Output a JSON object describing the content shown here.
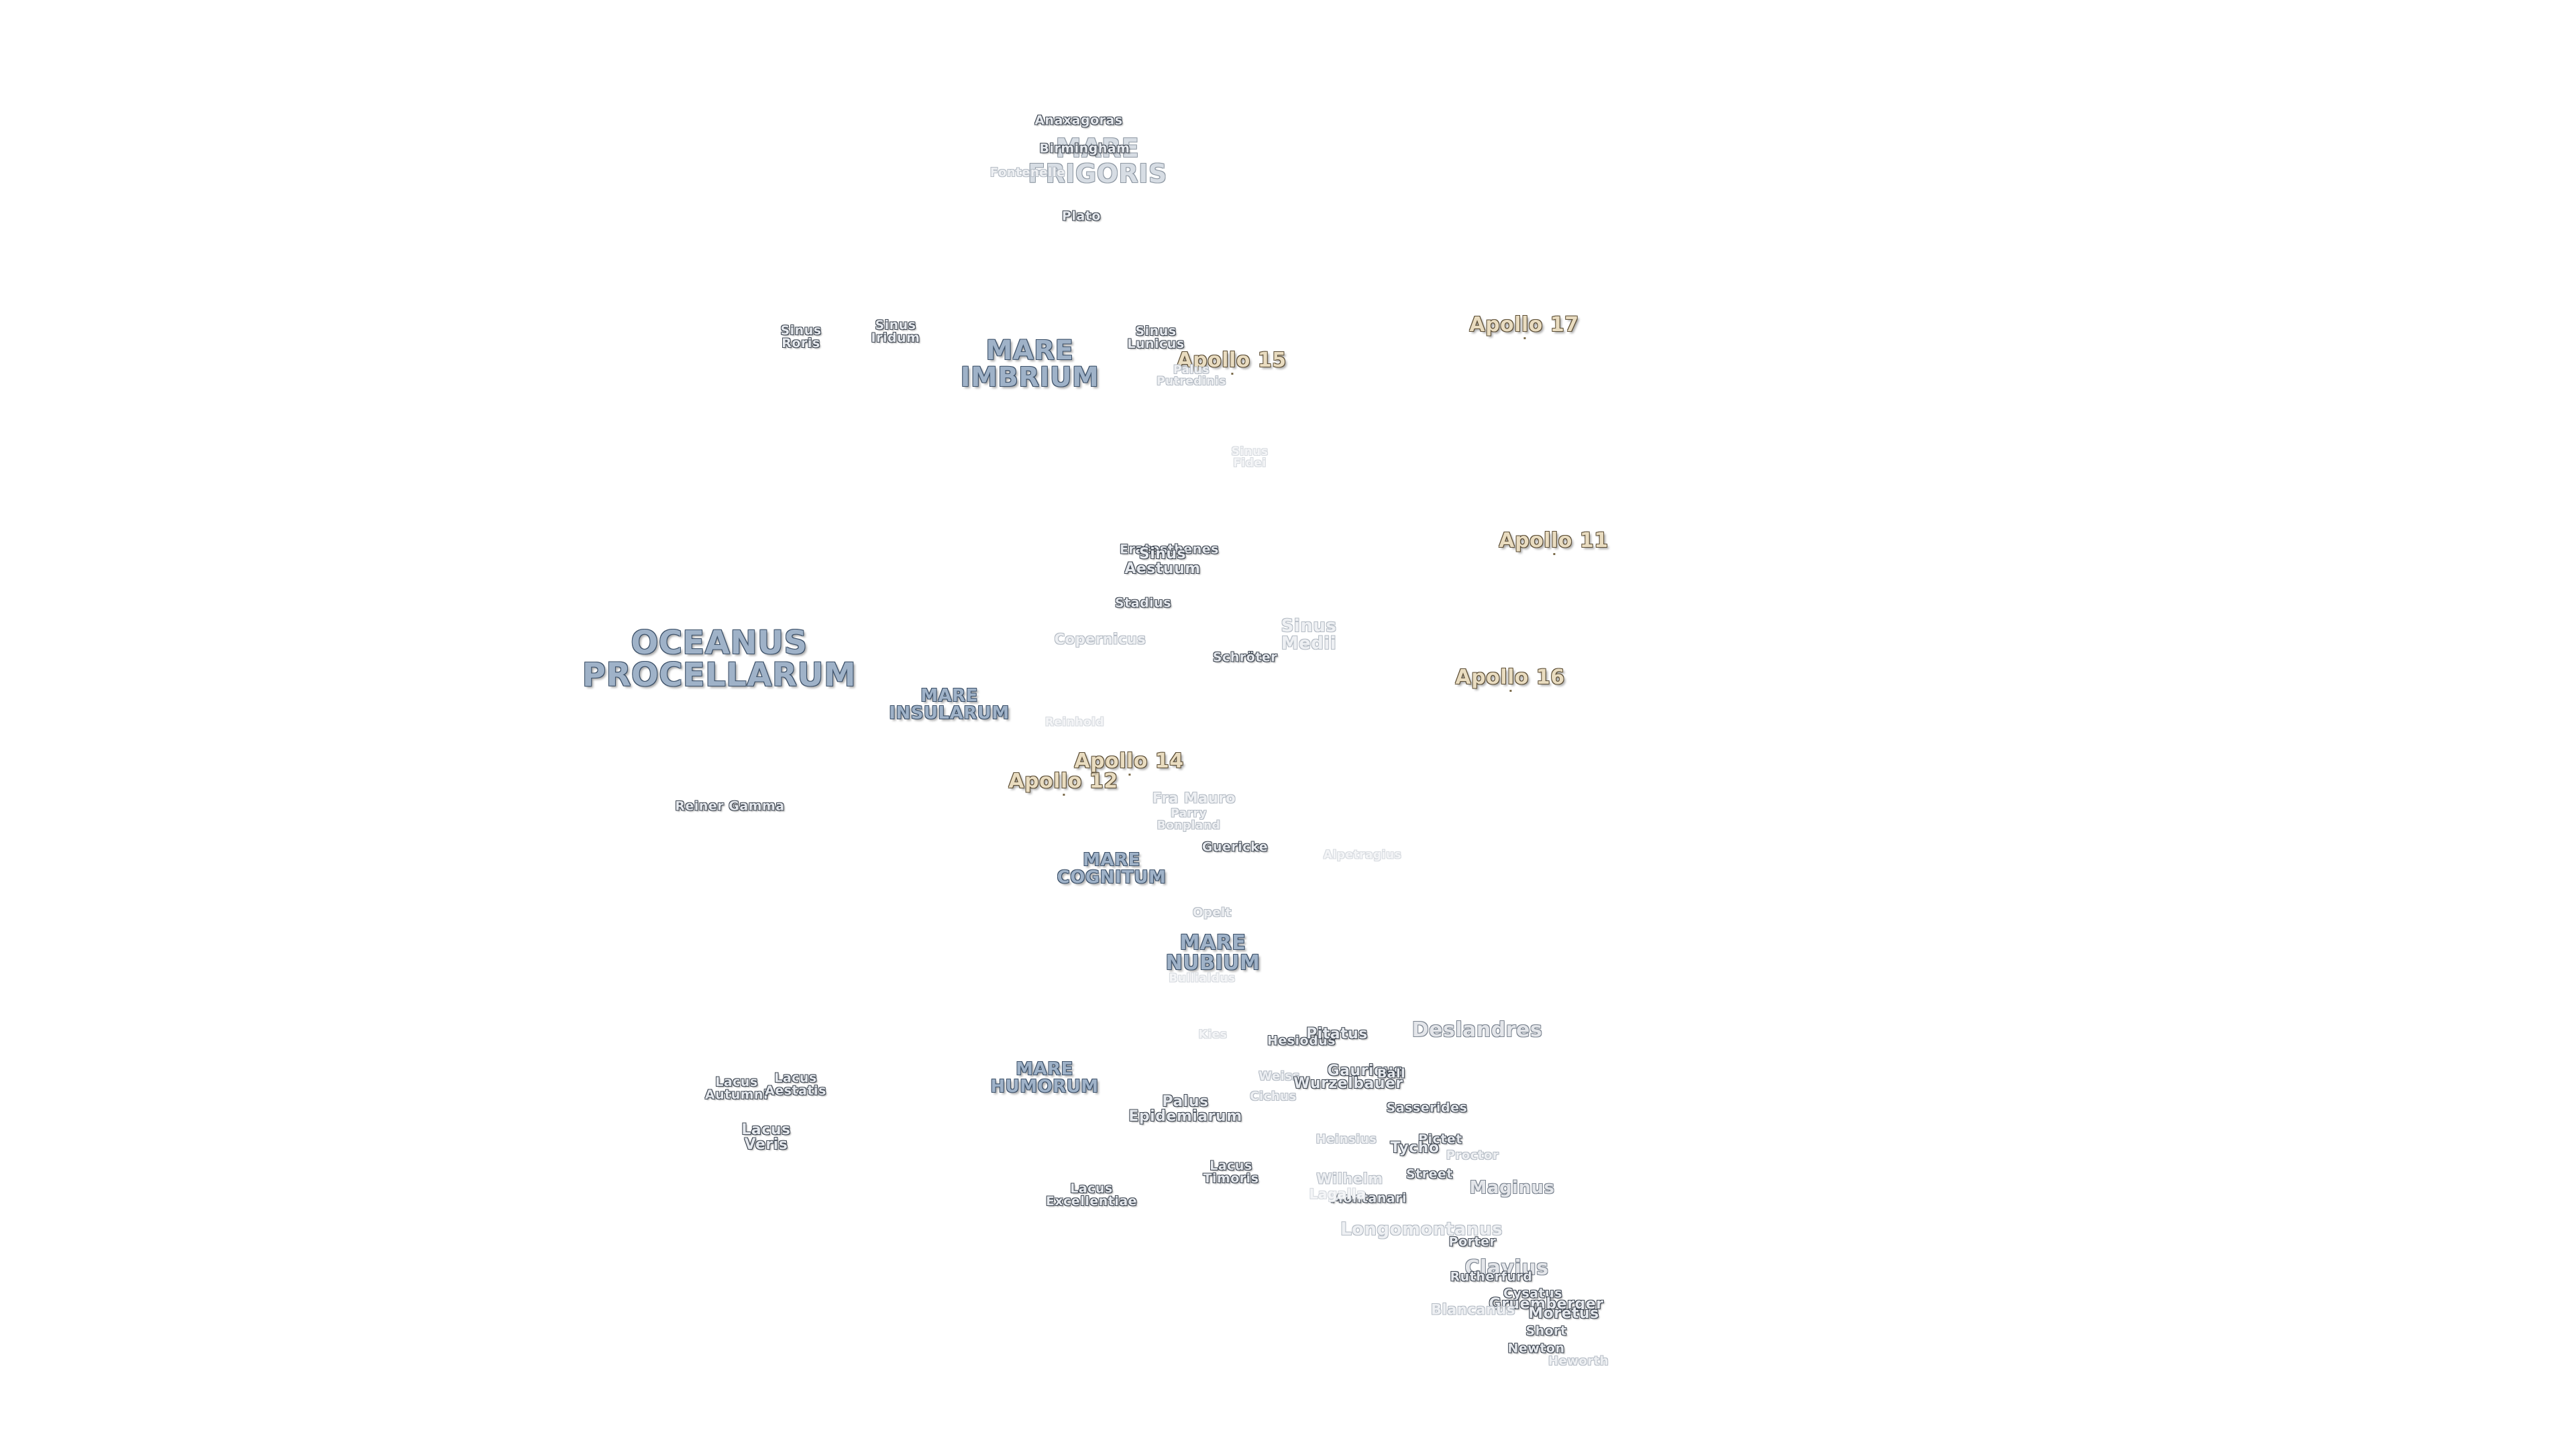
{
  "map": {
    "seas": [
      {
        "id": "oceanus-procellarum",
        "name": "OCEANUS\nPROCELLARUM"
      },
      {
        "id": "mare-frigoris",
        "name": "MARE\nFRIGORIS"
      },
      {
        "id": "mare-imbrium",
        "name": "MARE\nIMBRIUM"
      },
      {
        "id": "mare-insularum",
        "name": "MARE\nINSULARUM"
      },
      {
        "id": "mare-cognitum",
        "name": "MARE\nCOGNITUM"
      },
      {
        "id": "mare-nubium",
        "name": "MARE\nNUBIUM"
      },
      {
        "id": "mare-humorum",
        "name": "MARE\nHUMORUM"
      }
    ],
    "apollo_sites": [
      {
        "id": "apollo-11",
        "name": "Apollo 11"
      },
      {
        "id": "apollo-12",
        "name": "Apollo 12"
      },
      {
        "id": "apollo-14",
        "name": "Apollo 14"
      },
      {
        "id": "apollo-15",
        "name": "Apollo 15"
      },
      {
        "id": "apollo-16",
        "name": "Apollo 16"
      },
      {
        "id": "apollo-17",
        "name": "Apollo 17"
      }
    ],
    "features": [
      {
        "id": "anaxagoras",
        "name": "Anaxagoras"
      },
      {
        "id": "birmingham",
        "name": "Birmingham"
      },
      {
        "id": "fontenelle",
        "name": "Fontenelle"
      },
      {
        "id": "plato",
        "name": "Plato"
      },
      {
        "id": "sinus-roris",
        "name": "Sinus\nRoris"
      },
      {
        "id": "sinus-iridum",
        "name": "Sinus\nIridum"
      },
      {
        "id": "sinus-lunicus",
        "name": "Sinus\nLunicus"
      },
      {
        "id": "palus-putredinis",
        "name": "Palus\nPutredinis"
      },
      {
        "id": "sinus-fidei",
        "name": "Sinus\nFidei"
      },
      {
        "id": "eratosthenes",
        "name": "Eratosthenes"
      },
      {
        "id": "sinus-aestuum",
        "name": "Sinus\nAestuum"
      },
      {
        "id": "stadius",
        "name": "Stadius"
      },
      {
        "id": "copernicus",
        "name": "Copernicus"
      },
      {
        "id": "sinus-medii",
        "name": "Sinus\nMedii"
      },
      {
        "id": "schroter",
        "name": "Schröter"
      },
      {
        "id": "reinhold",
        "name": "Reinhold"
      },
      {
        "id": "reiner-gamma",
        "name": "Reiner Gamma"
      },
      {
        "id": "fra-mauro",
        "name": "Fra Mauro"
      },
      {
        "id": "parry",
        "name": "Parry"
      },
      {
        "id": "bonpland",
        "name": "Bonpland"
      },
      {
        "id": "guericke",
        "name": "Guericke"
      },
      {
        "id": "alpetragius",
        "name": "Alpetragius"
      },
      {
        "id": "opelt",
        "name": "Opelt"
      },
      {
        "id": "bullialdus",
        "name": "Bullialdus"
      },
      {
        "id": "kies",
        "name": "Kies"
      },
      {
        "id": "hesiodus",
        "name": "Hesiodus"
      },
      {
        "id": "pitatus",
        "name": "Pitatus"
      },
      {
        "id": "deslandres",
        "name": "Deslandres"
      },
      {
        "id": "lacus-autumni",
        "name": "Lacus\nAutumni"
      },
      {
        "id": "lacus-aestatis",
        "name": "Lacus\nAestatis"
      },
      {
        "id": "lacus-veris",
        "name": "Lacus\nVeris"
      },
      {
        "id": "gauricus",
        "name": "Gauricus"
      },
      {
        "id": "ball",
        "name": "Ball"
      },
      {
        "id": "weiss",
        "name": "Weiss"
      },
      {
        "id": "wurzelbauer",
        "name": "Wurzelbauer"
      },
      {
        "id": "cichus",
        "name": "Cichus"
      },
      {
        "id": "palus-epidemiarum",
        "name": "Palus\nEpidemiarum"
      },
      {
        "id": "sasserides",
        "name": "Sasserides"
      },
      {
        "id": "heinsius",
        "name": "Heinsius"
      },
      {
        "id": "pictet",
        "name": "Pictet"
      },
      {
        "id": "tycho",
        "name": "Tycho"
      },
      {
        "id": "proctor",
        "name": "Proctor"
      },
      {
        "id": "lacus-timoris",
        "name": "Lacus\nTimoris"
      },
      {
        "id": "street",
        "name": "Street"
      },
      {
        "id": "wilhelm",
        "name": "Wilhelm"
      },
      {
        "id": "lacus-excellentiae",
        "name": "Lacus\nExcellentiae"
      },
      {
        "id": "longomontanus",
        "name": "Longomontanus"
      },
      {
        "id": "montanari",
        "name": "Montanari"
      },
      {
        "id": "lagalla",
        "name": "Lagalla"
      },
      {
        "id": "maginus",
        "name": "Maginus"
      },
      {
        "id": "porter",
        "name": "Porter"
      },
      {
        "id": "clavius",
        "name": "Clavius"
      },
      {
        "id": "rutherfurd",
        "name": "Rutherfurd"
      },
      {
        "id": "cysatus",
        "name": "Cysatus"
      },
      {
        "id": "gruemberger",
        "name": "Gruemberger"
      },
      {
        "id": "blancanus",
        "name": "Blancanus"
      },
      {
        "id": "moretus",
        "name": "Moretus"
      },
      {
        "id": "short",
        "name": "Short"
      },
      {
        "id": "newton",
        "name": "Newton"
      },
      {
        "id": "heworth",
        "name": "Heworth"
      }
    ]
  }
}
